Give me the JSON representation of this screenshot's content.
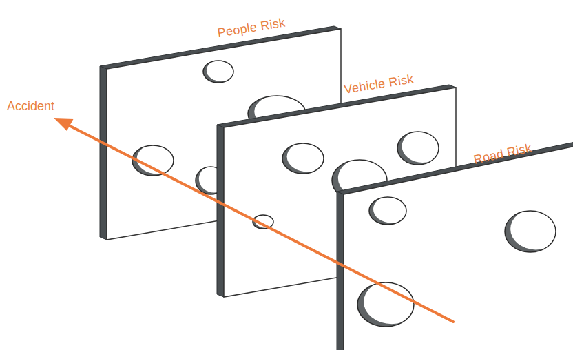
{
  "diagram": {
    "nodes": [
      {
        "text": [
          "People Risk"
        ]
      },
      {
        "text": [
          "Vehicle Risk"
        ]
      },
      {
        "text": [
          "Road Risk"
        ]
      }
    ],
    "labels": [
      "Accident"
    ]
  }
}
